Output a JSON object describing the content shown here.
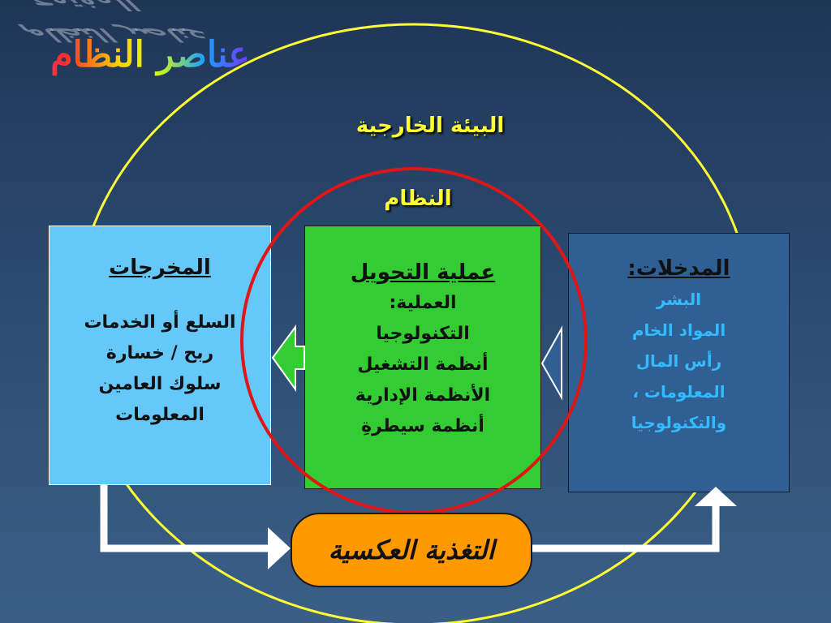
{
  "title": "عناصر النظام المفتوح",
  "environment_label": "البيئة الخارجية",
  "system_label": "النظام",
  "outputs": {
    "title": "المخرجات",
    "items": [
      "السلع أو الخدمات",
      "ربح / خسارة",
      "سلوك العامين",
      "المعلومات"
    ]
  },
  "process": {
    "title": "عملية التحويل",
    "items": [
      "العملية:",
      "التكنولوجيا",
      "أنظمة التشغيل",
      "الأنظمة الإدارية",
      "أنظمة سيطرةِ"
    ]
  },
  "inputs": {
    "title": "المدخلات:",
    "items": [
      "البشر",
      "المواد الخام",
      "رأس المال",
      "المعلومات ،",
      "والتكنولوجيا"
    ]
  },
  "feedback": "التغذية العكسية",
  "colors": {
    "environment_circle": "#ffff33",
    "system_circle": "#e01515",
    "outputs_box": "#66c8f8",
    "process_box": "#33cc33",
    "inputs_box": "#2f5f93",
    "feedback_box": "#ff9900",
    "arrows": "#ffffff"
  }
}
